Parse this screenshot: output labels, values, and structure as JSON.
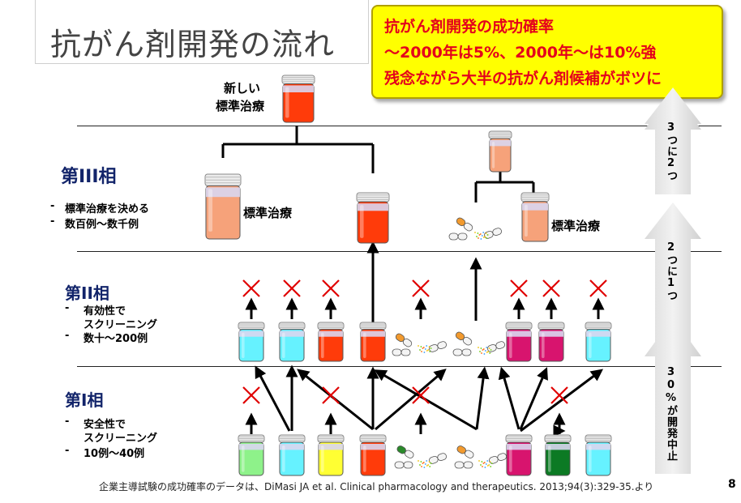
{
  "title": "抗がん剤開発の流れ",
  "callout": {
    "line1": "抗がん剤開発の成功確率",
    "line2": "～2000年は5%、2000年～は10%強",
    "line3": "残念ながら大半の抗がん剤候補がボツに"
  },
  "top_label": {
    "line1": "新しい",
    "line2": "標準治療"
  },
  "phase3": {
    "title": "第III相",
    "b1": "標準治療を決める",
    "b2": "数百例～数千例",
    "label_left": "標準治療",
    "label_right": "標準治療"
  },
  "phase2": {
    "title": "第II相",
    "b1": "有効性で",
    "b1b": "スクリーニング",
    "b2": "数十～200例"
  },
  "phase1": {
    "title": "第I相",
    "b1": "安全性で",
    "b1b": "スクリーニング",
    "b2": "10例～40例"
  },
  "arrows": {
    "top": "3つに2つ",
    "middle": "2つに1つ",
    "bottom": "30%が開発中止"
  },
  "footer": "企業主導試験の成功確率のデータは、DiMasi JA et al. Clinical pharmacology and therapeutics. 2013;94(3):329-35.より",
  "page_number": "8",
  "colors": {
    "title_text": "#444444",
    "callout_bg": "#ffff00",
    "callout_text": "#e4001c",
    "phase_text": "#12246a",
    "cross": "#e00000",
    "bottle_red": "#ff3b0a",
    "bottle_orange": "#f6a27a",
    "bottle_cyan": "#66f2ff",
    "bottle_magenta": "#d8146e",
    "bottle_green": "#8ef28a",
    "bottle_yellow": "#ffff33",
    "bottle_darkgreen": "#0c7a24"
  },
  "icons": [
    "medicine-bottle-icon",
    "capsule-icon",
    "cross-mark-icon",
    "up-arrow-icon"
  ]
}
